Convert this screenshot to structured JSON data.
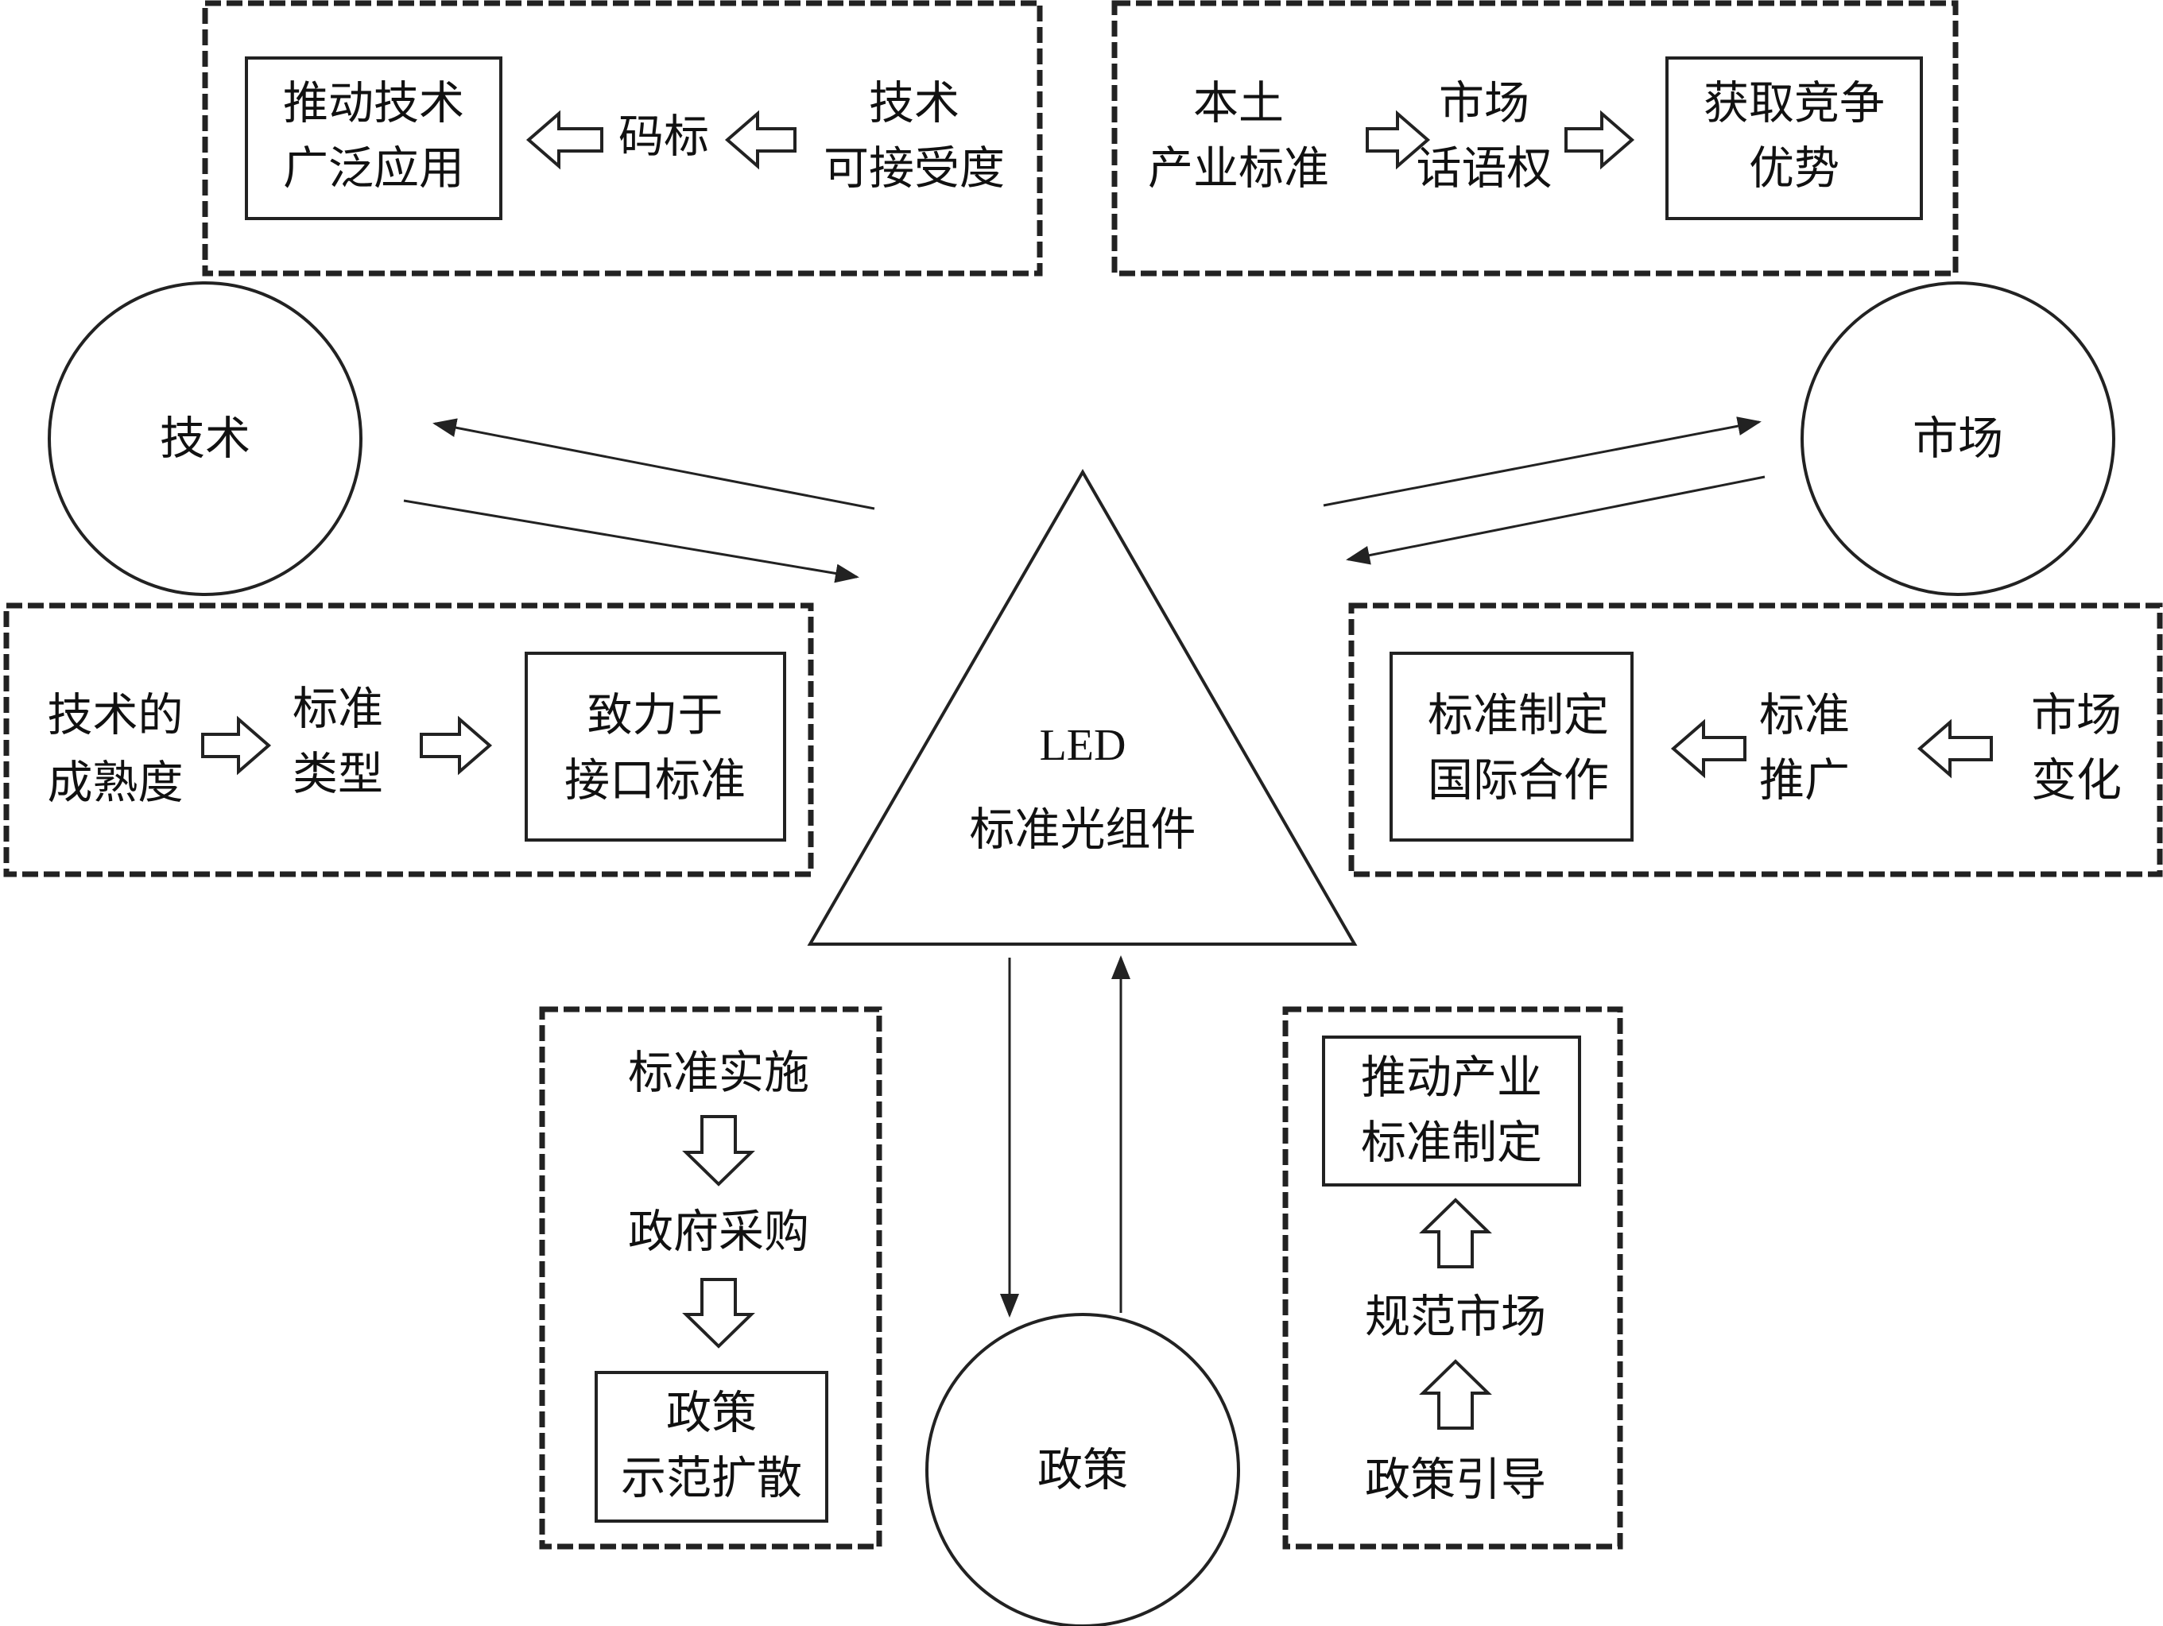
{
  "center": {
    "line1": "LED",
    "line2": "标准光组件"
  },
  "nodes": {
    "tech": "技术",
    "market": "市场",
    "policy": "政策"
  },
  "tech_top": {
    "result_line1": "推动技术",
    "result_line2": "广泛应用",
    "step_mid": "码标",
    "source_line1": "技术",
    "source_line2": "可接受度"
  },
  "market_top": {
    "source_line1": "本土",
    "source_line2": "产业标准",
    "step_mid_line1": "市场",
    "step_mid_line2": "话语权",
    "result_line1": "获取竞争",
    "result_line2": "优势"
  },
  "tech_bottom": {
    "source_line1": "技术的",
    "source_line2": "成熟度",
    "step_mid_line1": "标准",
    "step_mid_line2": "类型",
    "result_line1": "致力于",
    "result_line2": "接口标准"
  },
  "market_bottom": {
    "result_line1": "标准制定",
    "result_line2": "国际合作",
    "step_mid_line1": "标准",
    "step_mid_line2": "推广",
    "source_line1": "市场",
    "source_line2": "变化"
  },
  "policy_left": {
    "step1": "标准实施",
    "step2": "政府采购",
    "result_line1": "政策",
    "result_line2": "示范扩散"
  },
  "policy_right": {
    "result_line1": "推动产业",
    "result_line2": "标准制定",
    "step_mid": "规范市场",
    "source": "政策引导"
  }
}
